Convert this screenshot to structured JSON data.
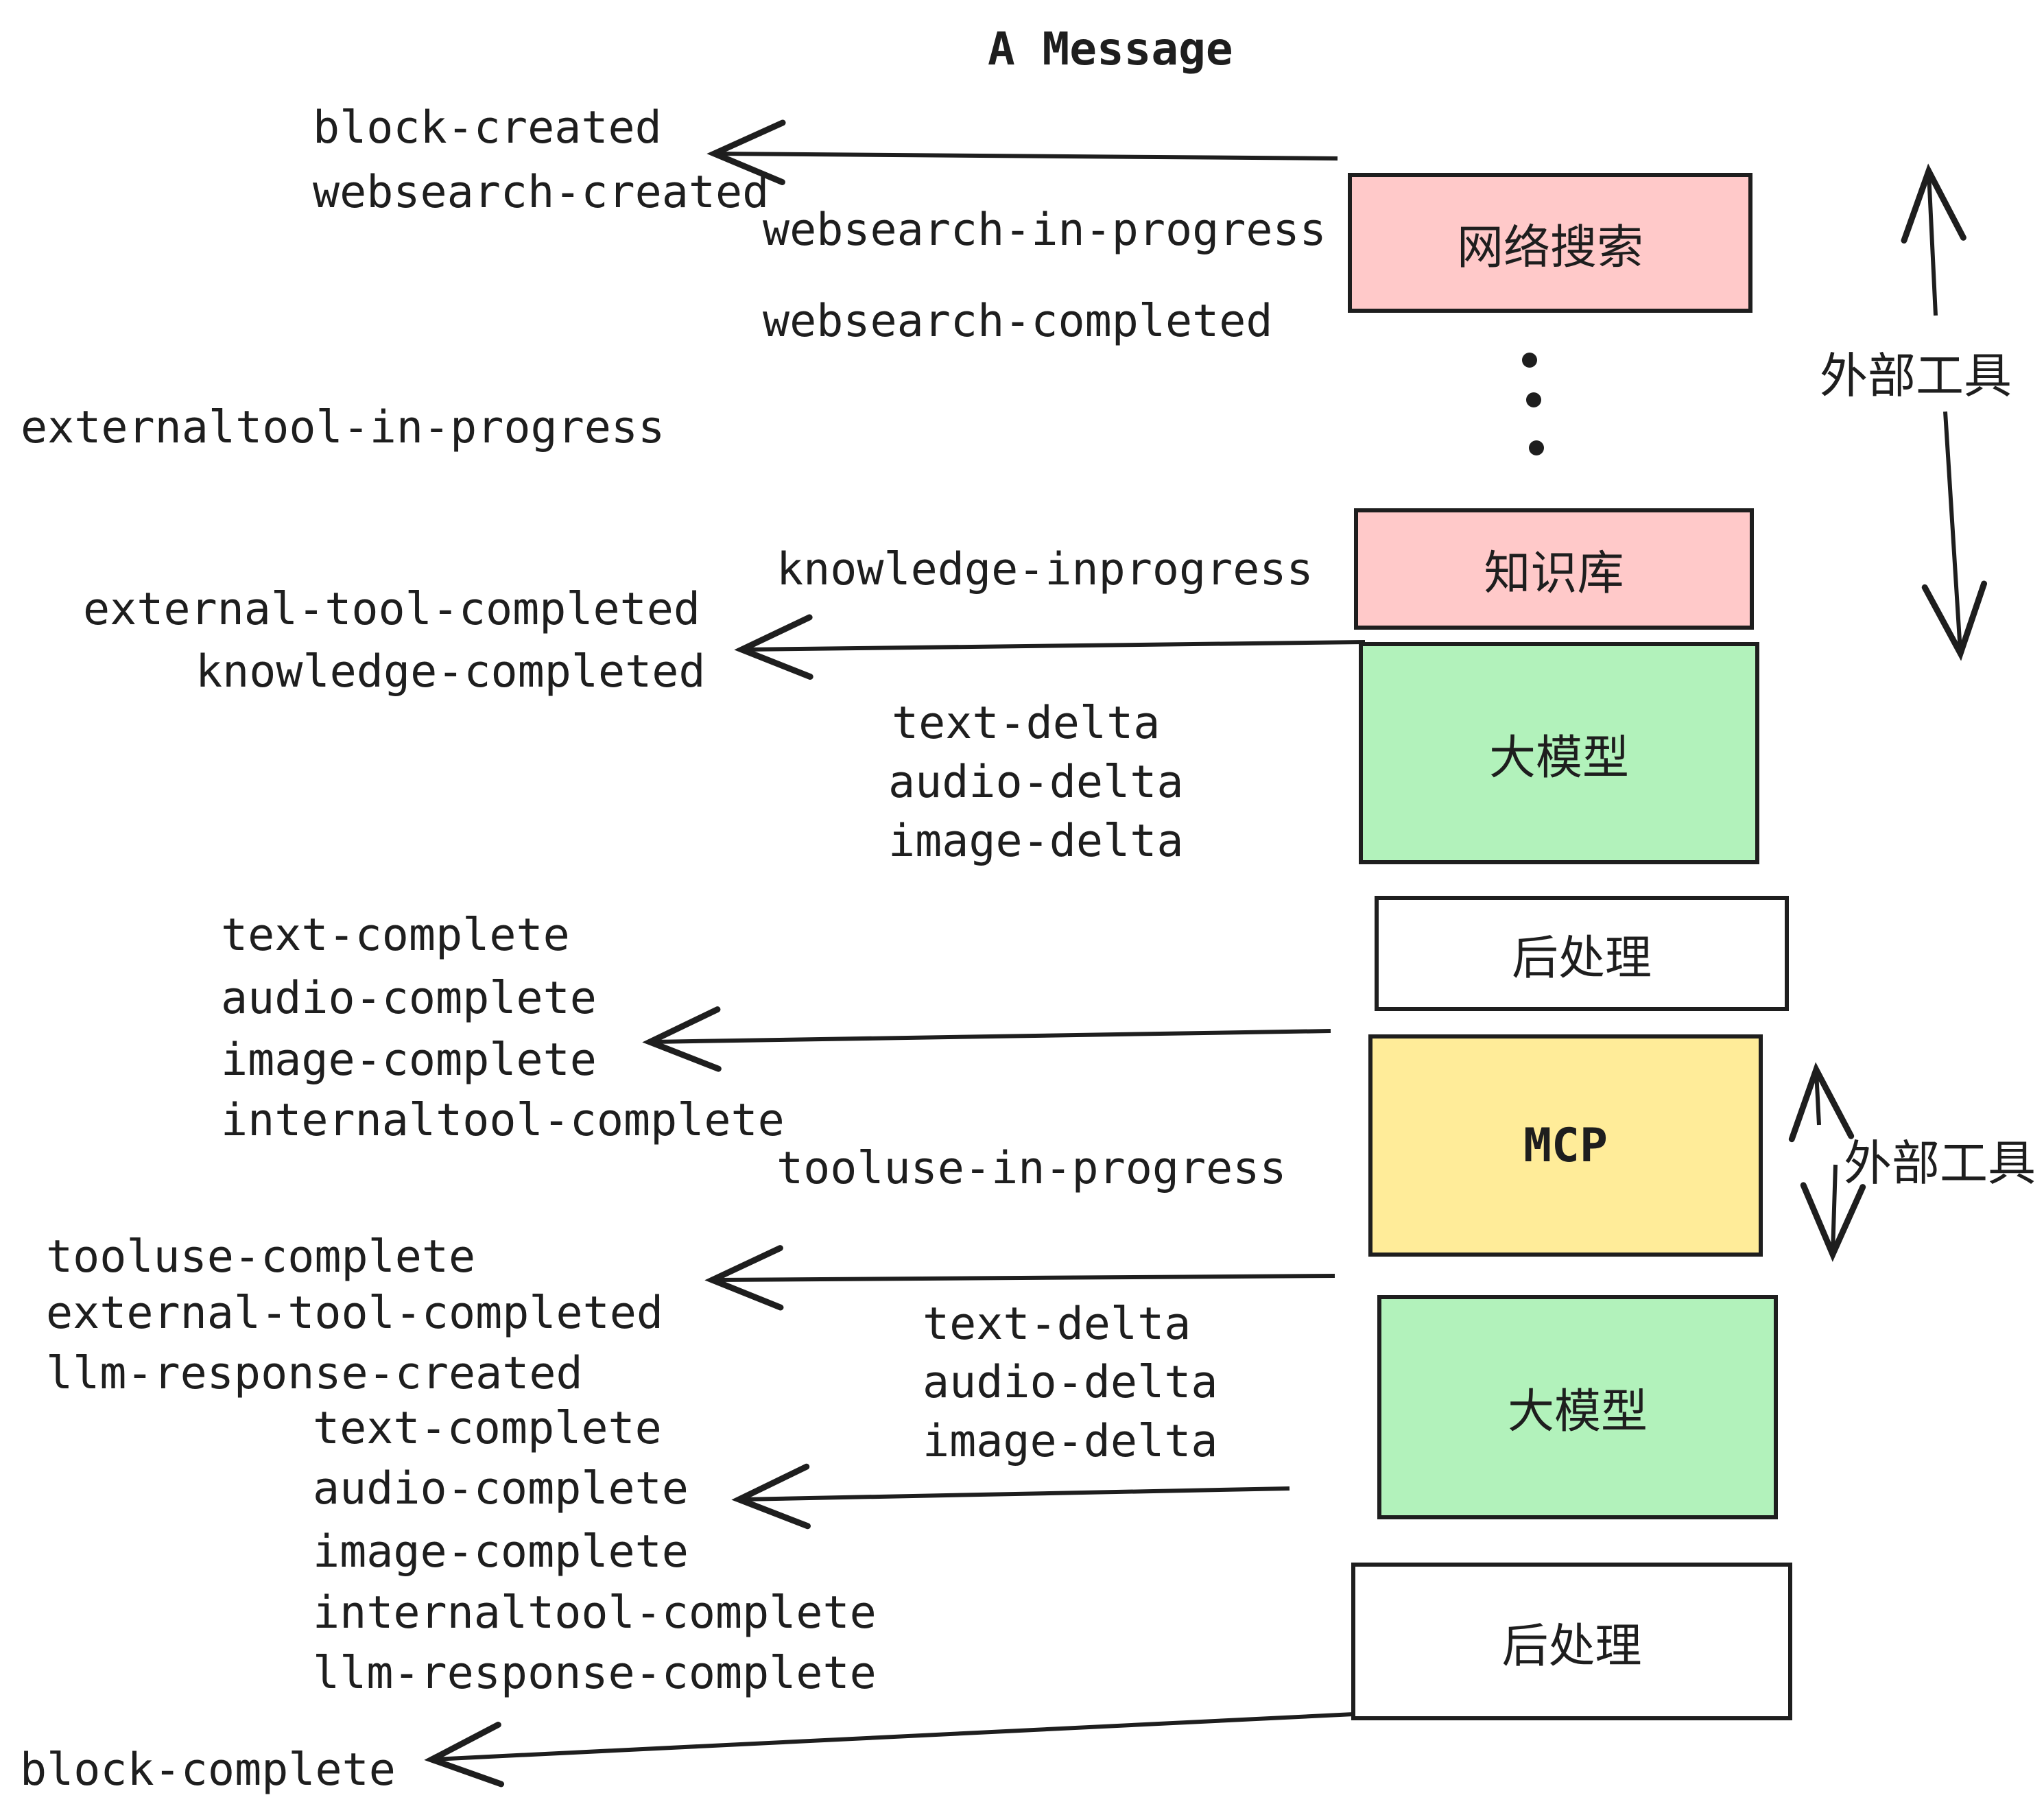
{
  "title": "A Message",
  "colors": {
    "pink": "#ffc9c9",
    "green": "#b2f2bb",
    "yellow": "#ffec99",
    "ink": "#1e1e1e",
    "paper": "#ffffff"
  },
  "nodes": [
    {
      "label": "网络搜索",
      "color": "pink"
    },
    {
      "label": "知识库",
      "color": "pink"
    },
    {
      "label": "大模型",
      "color": "green"
    },
    {
      "label": "后处理",
      "color": "white"
    },
    {
      "label": "MCP",
      "color": "yellow"
    },
    {
      "label": "大模型",
      "color": "green"
    },
    {
      "label": "后处理",
      "color": "white"
    }
  ],
  "side_labels": [
    {
      "label": "外部工具"
    },
    {
      "label": "外部工具"
    }
  ],
  "events": [
    "block-created",
    "websearch-created",
    "websearch-in-progress",
    "websearch-completed",
    "externaltool-in-progress",
    "knowledge-inprogress",
    "external-tool-completed",
    "knowledge-completed",
    "text-delta",
    "audio-delta",
    "image-delta",
    "text-complete",
    "audio-complete",
    "image-complete",
    "internaltool-complete",
    "tooluse-in-progress",
    "tooluse-complete",
    "external-tool-completed",
    "llm-response-created",
    "text-delta",
    "audio-delta",
    "image-delta",
    "text-complete",
    "audio-complete",
    "image-complete",
    "internaltool-complete",
    "llm-response-complete",
    "block-complete"
  ]
}
